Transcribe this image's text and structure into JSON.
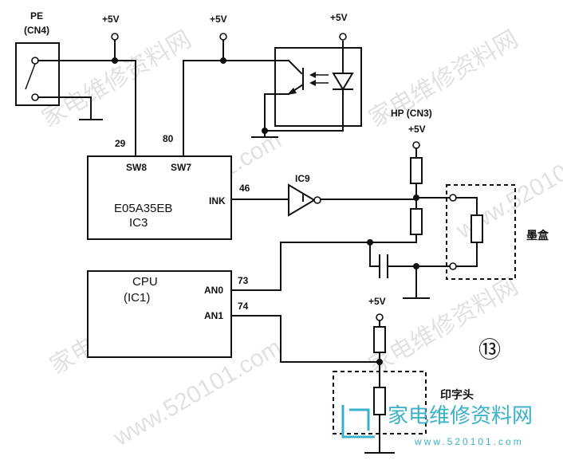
{
  "watermark": {
    "site_name": "家电维修资料网",
    "site_url": "www.520101.com",
    "brand_name": "家电维修资料网",
    "brand_url": "www.520101.com"
  },
  "figure_number": "⑬",
  "pe_switch": {
    "name": "PE",
    "connector": "(CN4)"
  },
  "supply_labels": {
    "vcc": "+5V"
  },
  "ic3": {
    "part": "E05A35EB",
    "ref": "IC3",
    "pin_sw8": "SW8",
    "pin_sw7": "SW7",
    "pin_ink": "INK",
    "pin_num_29": "29",
    "pin_num_80": "80",
    "pin_num_46": "46"
  },
  "ic9": {
    "ref": "IC9"
  },
  "hp_connector": {
    "label": "HP (CN3)"
  },
  "ink_cartridge": {
    "label": "墨盒"
  },
  "cpu": {
    "name": "CPU",
    "ref": "(IC1)",
    "pin_an0": "AN0",
    "pin_an1": "AN1",
    "pin_num_73": "73",
    "pin_num_74": "74"
  },
  "print_head": {
    "label": "印字头"
  }
}
